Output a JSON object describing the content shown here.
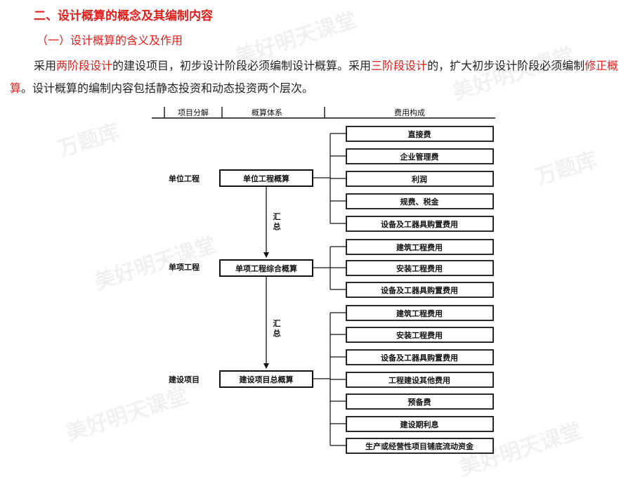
{
  "section_title": "二、设计概算的概念及其编制内容",
  "subsection_title": "（一）设计概算的含义及作用",
  "paragraph": {
    "p1": "采用",
    "r1": "两阶段设计",
    "p2": "的建设项目，初步设计阶段必须编制设计概算。采用",
    "r2": "三阶段设计",
    "p3": "的，扩大初步设计阶段必须编制",
    "r3": "修正概算",
    "p4": "。设计概算的编制内容包括静态投资和动态投资两个层次。"
  },
  "diagram": {
    "headers": [
      "项目分解",
      "概算体系",
      "费用构成"
    ],
    "levels": [
      "单位工程",
      "单项工程",
      "建设项目"
    ],
    "estimates": [
      "单位工程概算",
      "单项工程综合概算",
      "建设项目总概算"
    ],
    "summary_label": "汇总",
    "unit_costs": [
      "直接费",
      "企业管理费",
      "利润",
      "规费、税金",
      "设备及工器具购置费用"
    ],
    "single_costs": [
      "建筑工程费用",
      "安装工程费用",
      "设备及工器具购置费用"
    ],
    "project_costs": [
      "建筑工程费用",
      "安装工程费用",
      "设备及工器具购置费用",
      "工程建设其他费用",
      "预备费",
      "建设期利息",
      "生产或经营性项目铺底流动资金"
    ]
  },
  "watermarks": [
    "美好明天课堂",
    "万题库"
  ]
}
